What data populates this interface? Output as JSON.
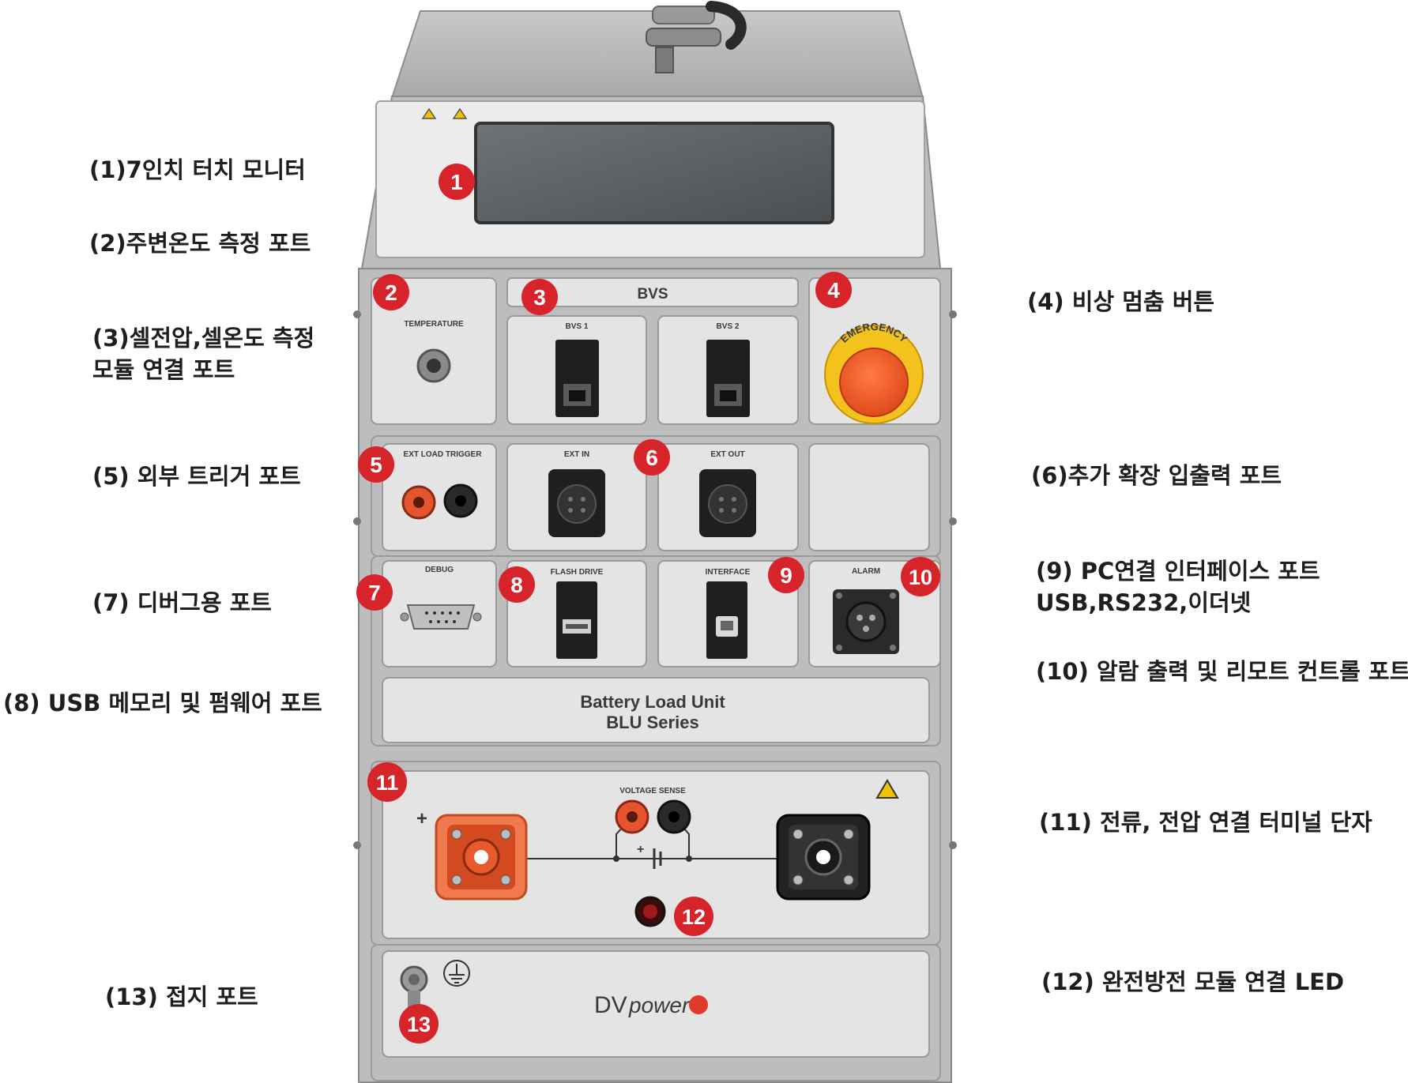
{
  "labels": {
    "l1": "(1)7인치 터치 모니터",
    "l2": "(2)주변온도 측정 포트",
    "l3a": "(3)셀전압,셀온도 측정",
    "l3b": "모듈 연결 포트",
    "l4": "(4) 비상 멈춤 버튼",
    "l5": "(5) 외부 트리거 포트",
    "l6": "(6)추가 확장 입출력 포트",
    "l7": "(7) 디버그용 포트",
    "l8": "(8) USB 메모리 및 펌웨어 포트",
    "l9a": "(9) PC연결 인터페이스 포트",
    "l9b": "USB,RS232,이더넷",
    "l10": "(10) 알람 출력 및 리모트 컨트롤 포트",
    "l11": "(11) 전류, 전압 연결 터미널 단자",
    "l12": "(12) 완전방전 모듈 연결 LED",
    "l13": "(13) 접지 포트"
  },
  "panel": {
    "temperature": "TEMPERATURE",
    "bvs": "BVS",
    "bvs1": "BVS 1",
    "bvs2": "BVS 2",
    "emergency": "EMERGENCY",
    "ext_load_trigger": "EXT LOAD TRIGGER",
    "ext_in": "EXT IN",
    "ext_out": "EXT OUT",
    "debug": "DEBUG",
    "flash_drive": "FLASH DRIVE",
    "interface": "INTERFACE",
    "alarm": "ALARM",
    "product_line1": "Battery Load Unit",
    "product_line2": "BLU Series",
    "voltage_sense": "VOLTAGE SENSE",
    "plus": "+",
    "brand_a": "DV",
    "brand_b": "power"
  },
  "badges": [
    "1",
    "2",
    "3",
    "4",
    "5",
    "6",
    "7",
    "8",
    "9",
    "10",
    "11",
    "12",
    "13"
  ],
  "colors": {
    "badge": "#d7242a",
    "panel": "#e4e4e4",
    "frame": "#a9a9a9",
    "emergency": "#f05a28",
    "emergency_ring": "#f4c21c"
  }
}
